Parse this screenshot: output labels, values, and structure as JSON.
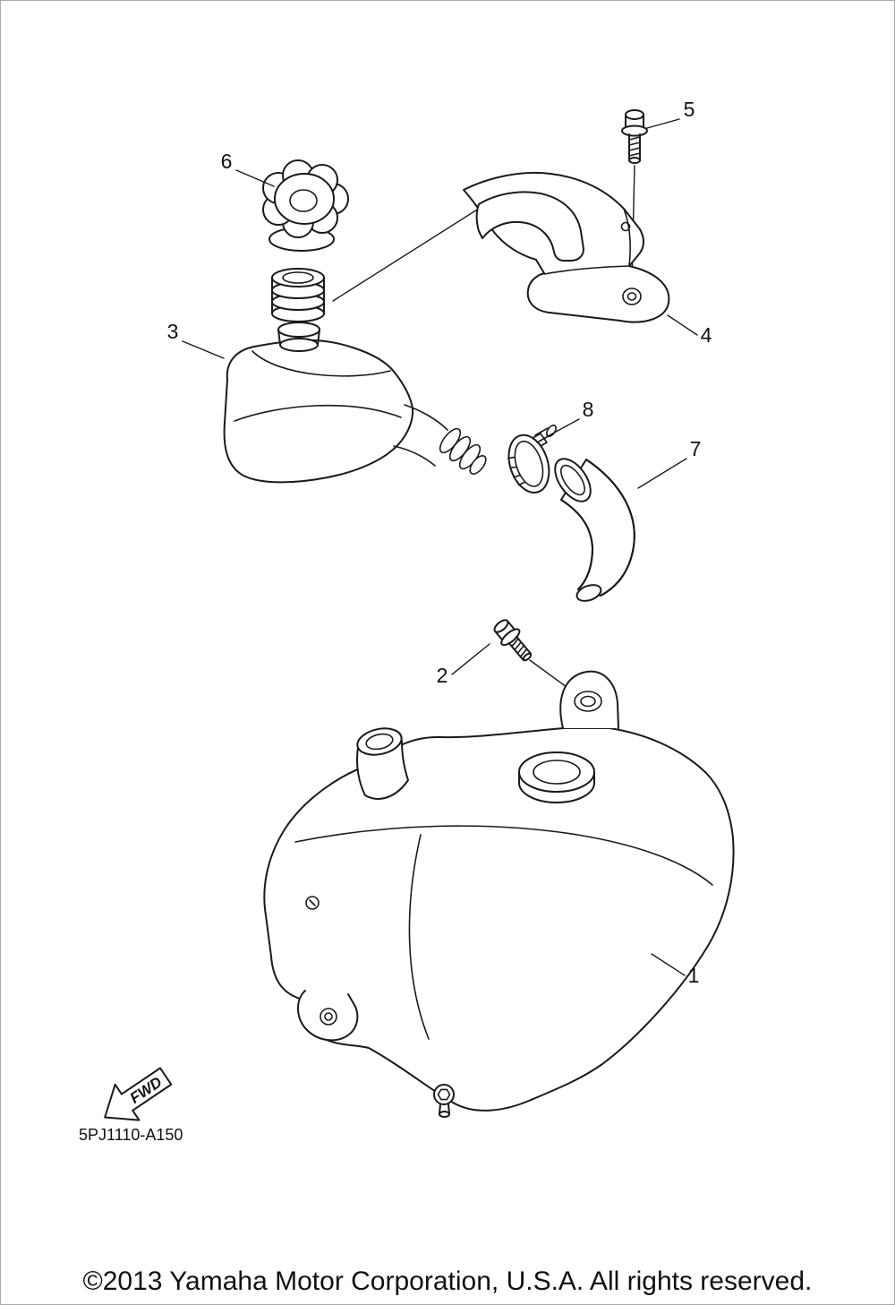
{
  "diagram": {
    "title_hint": "exploded-parts-diagram-oil-tank",
    "callouts": {
      "c1": "1",
      "c2": "2",
      "c3": "3",
      "c4": "4",
      "c5": "5",
      "c6": "6",
      "c7": "7",
      "c8": "8"
    },
    "fwd_label": "FWD",
    "code": "5PJ1110-A150"
  },
  "footer": {
    "copyright": "©2013 Yamaha Motor Corporation, U.S.A. All rights reserved."
  },
  "colors": {
    "line": "#1a1a1a",
    "background": "#ffffff",
    "border": "#a9a9a9"
  }
}
